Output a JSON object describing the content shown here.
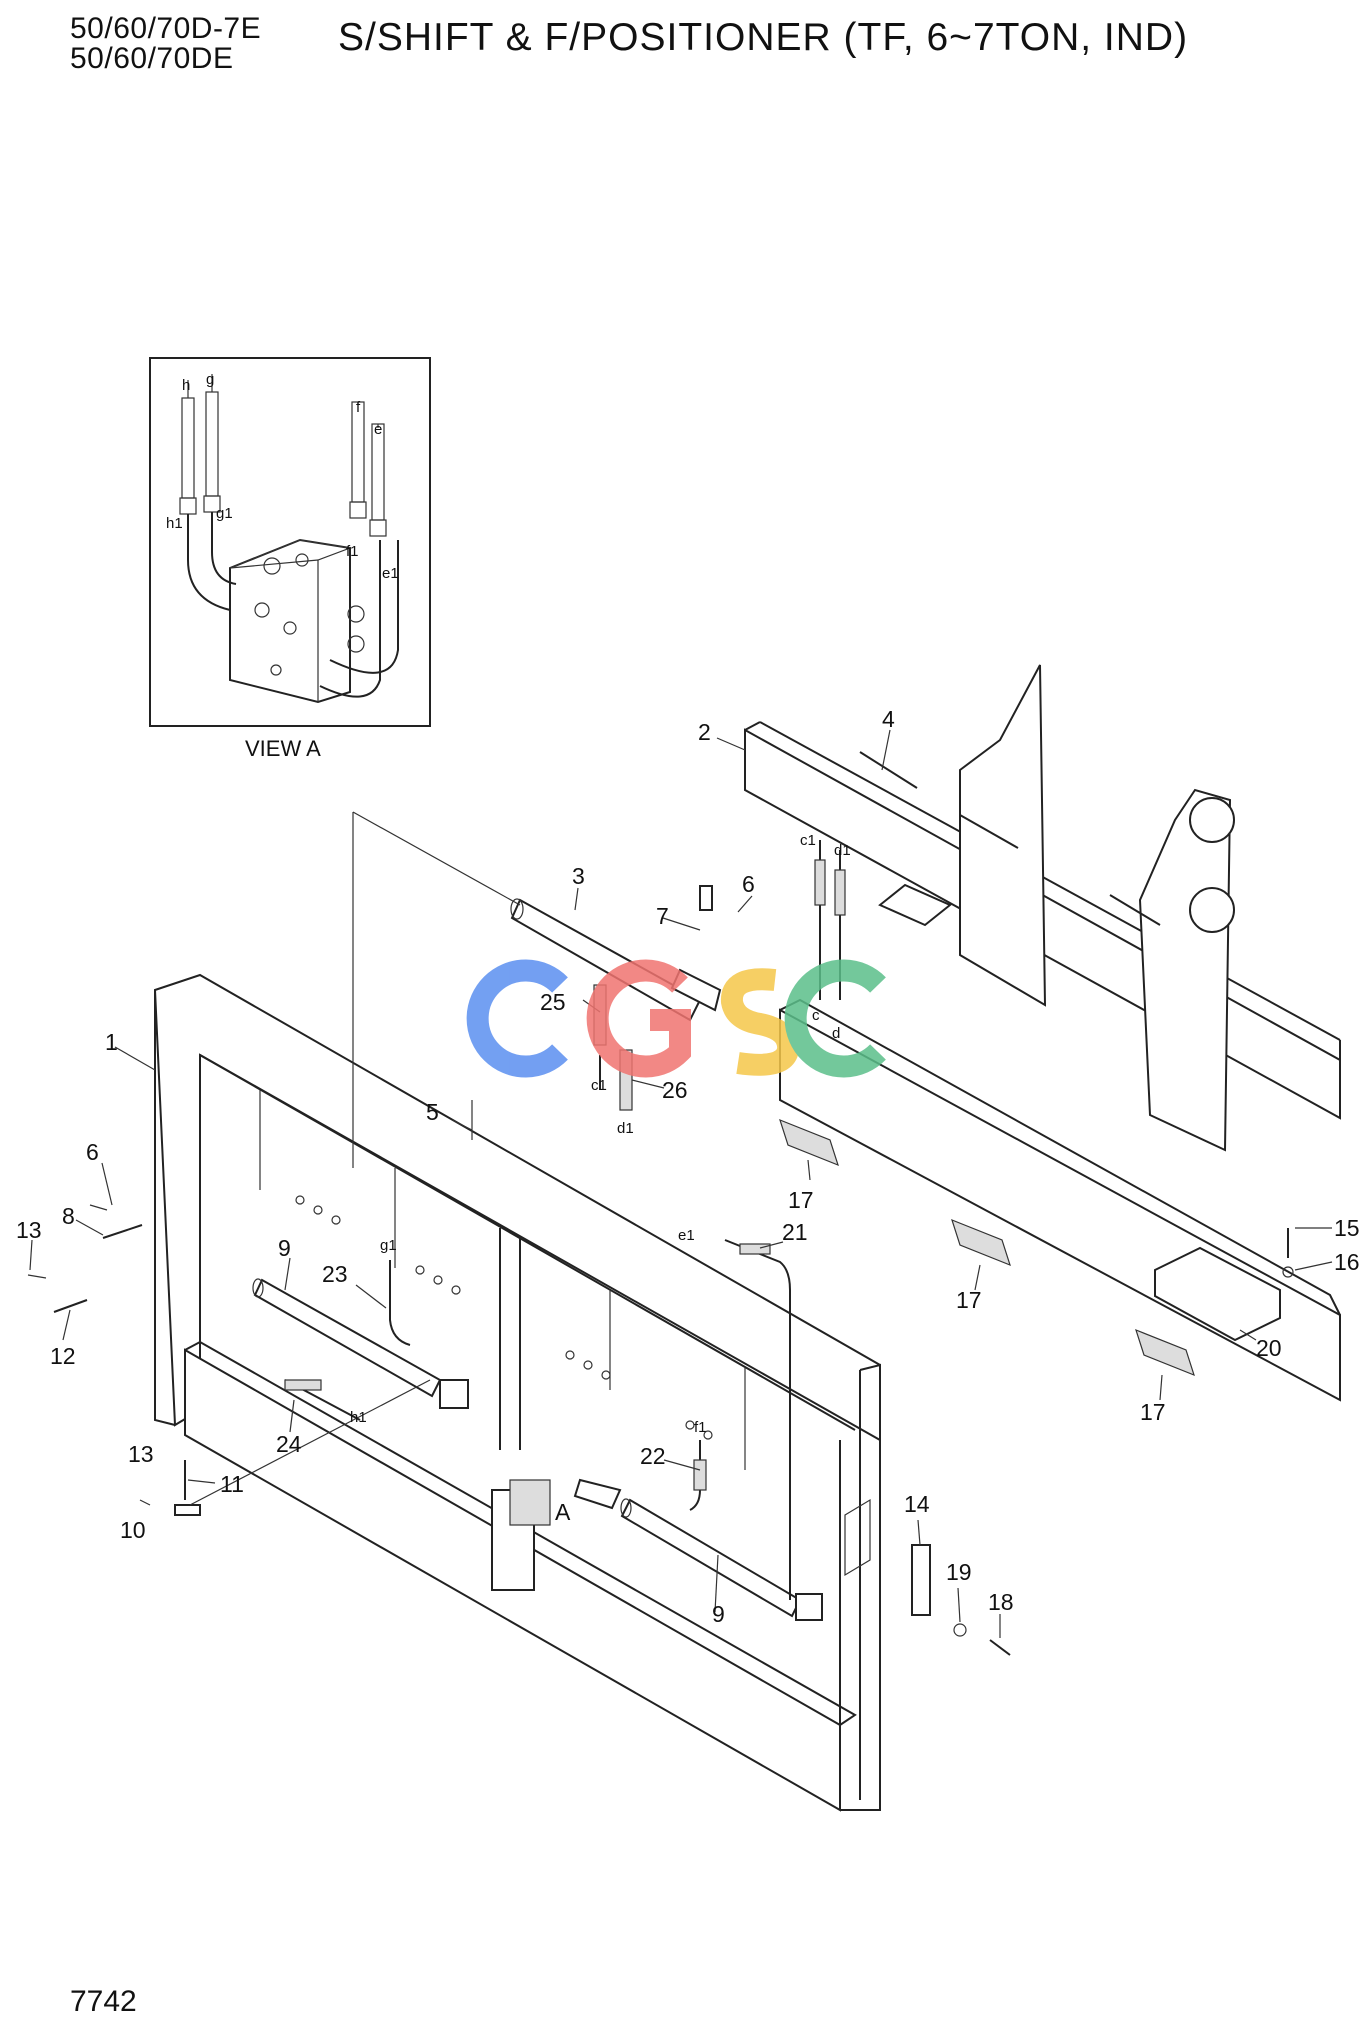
{
  "header": {
    "model_line_1": "50/60/70D-7E",
    "model_line_2": "50/60/70DE",
    "title": "S/SHIFT & F/POSITIONER (TF, 6~7TON, IND)"
  },
  "footer": {
    "page_number": "7742"
  },
  "view_a": {
    "label": "VIEW A",
    "hose_labels": [
      "h",
      "g",
      "f",
      "e",
      "h1",
      "g1",
      "f1",
      "e1"
    ]
  },
  "watermark": {
    "text": "CGSC",
    "colors": [
      "#5b8ff0",
      "#f07470",
      "#f5c74a",
      "#5bbf8a"
    ]
  },
  "callouts": [
    {
      "id": "c1",
      "label": "1"
    },
    {
      "id": "c2",
      "label": "2"
    },
    {
      "id": "c3",
      "label": "3"
    },
    {
      "id": "c4",
      "label": "4"
    },
    {
      "id": "c5",
      "label": "5"
    },
    {
      "id": "c6a",
      "label": "6"
    },
    {
      "id": "c6b",
      "label": "6"
    },
    {
      "id": "c7",
      "label": "7"
    },
    {
      "id": "c8",
      "label": "8"
    },
    {
      "id": "c9a",
      "label": "9"
    },
    {
      "id": "c9b",
      "label": "9"
    },
    {
      "id": "c10",
      "label": "10"
    },
    {
      "id": "c11",
      "label": "11"
    },
    {
      "id": "c12",
      "label": "12"
    },
    {
      "id": "c13a",
      "label": "13"
    },
    {
      "id": "c13b",
      "label": "13"
    },
    {
      "id": "c14",
      "label": "14"
    },
    {
      "id": "c15",
      "label": "15"
    },
    {
      "id": "c16",
      "label": "16"
    },
    {
      "id": "c17a",
      "label": "17"
    },
    {
      "id": "c17b",
      "label": "17"
    },
    {
      "id": "c17c",
      "label": "17"
    },
    {
      "id": "c18",
      "label": "18"
    },
    {
      "id": "c19",
      "label": "19"
    },
    {
      "id": "c20",
      "label": "20"
    },
    {
      "id": "c21",
      "label": "21"
    },
    {
      "id": "c22",
      "label": "22"
    },
    {
      "id": "c23",
      "label": "23"
    },
    {
      "id": "c24",
      "label": "24"
    },
    {
      "id": "c25",
      "label": "25"
    },
    {
      "id": "c26",
      "label": "26"
    }
  ],
  "hose_tags": {
    "c1": "c1",
    "d1": "d1",
    "c1_lower": "c1",
    "d1_lower": "d1",
    "c": "c",
    "d": "d",
    "e1": "e1",
    "f1": "f1",
    "g1": "g1",
    "h1": "h1",
    "a_marker": "A"
  }
}
